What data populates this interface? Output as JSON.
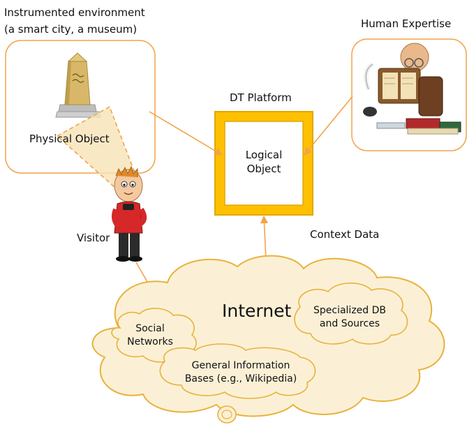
{
  "environment": {
    "title_line1": "Instrumented environment",
    "title_line2": "(a smart city, a museum)"
  },
  "human": {
    "title": "Human Expertise"
  },
  "platform": {
    "title": "DT Platform",
    "logical_line1": "Logical",
    "logical_line2": "Object"
  },
  "physical_object": {
    "label": "Physical Object"
  },
  "visitor": {
    "label": "Visitor"
  },
  "context": {
    "label": "Context Data"
  },
  "internet": {
    "title": "Internet",
    "social_line1": "Social",
    "social_line2": "Networks",
    "specialized_line1": "Specialized DB",
    "specialized_line2": "and Sources",
    "general_line1": "General Information",
    "general_line2": "Bases (e.g., Wikipedia)"
  },
  "colors": {
    "orange": "#f2a34a",
    "gold": "#ffc000",
    "gold_dark": "#e0a800",
    "cloud_fill": "#fbf0d6",
    "cloud_stroke": "#e8b23a"
  }
}
